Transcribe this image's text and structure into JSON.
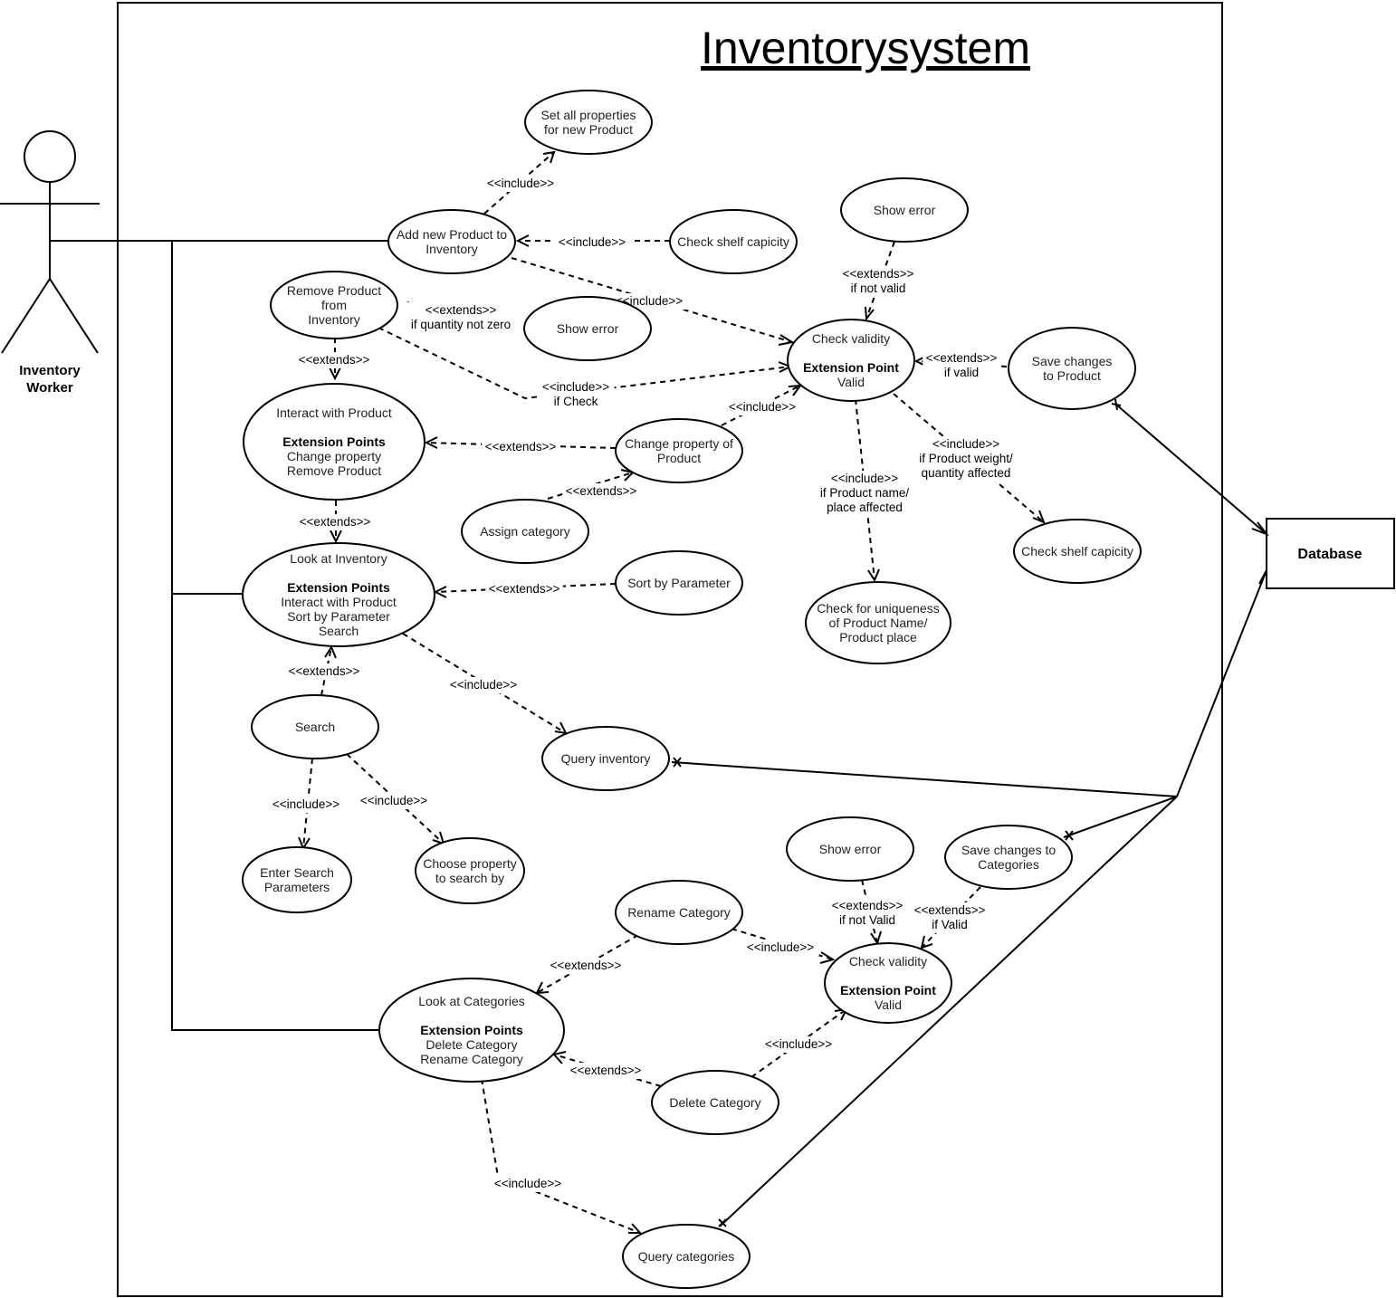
{
  "title": "Inventorysystem",
  "actor": {
    "name_line1": "Inventory",
    "name_line2": "Worker"
  },
  "database": {
    "label": "Database"
  },
  "use_cases": {
    "set_props": [
      "Set all properties",
      "for new Product"
    ],
    "add_product": [
      "Add new Product to",
      "Inventory"
    ],
    "check_shelf_1": [
      "Check shelf capicity"
    ],
    "show_error_1": [
      "Show error"
    ],
    "remove_product": [
      "Remove Product",
      "from",
      "Inventory"
    ],
    "show_error_2": [
      "Show error"
    ],
    "check_validity_1": {
      "line1": "Check validity",
      "bold": "Extension Point",
      "line3": "Valid"
    },
    "save_product": [
      "Save changes",
      "to Product"
    ],
    "interact": {
      "line1": "Interact with Product",
      "bold": "Extension Points",
      "line3": "Change property",
      "line4": "Remove Product"
    },
    "change_prop": [
      "Change property of",
      "Product"
    ],
    "assign_cat": [
      "Assign category"
    ],
    "check_shelf_2": [
      "Check shelf capicity"
    ],
    "look_inventory": {
      "line1": "Look at Inventory",
      "bold": "Extension Points",
      "line3": "Interact with Product",
      "line4": "Sort by Parameter",
      "line5": "Search"
    },
    "sort_param": [
      "Sort by Parameter"
    ],
    "check_unique": [
      "Check for uniqueness",
      "of Product Name/",
      "Product place"
    ],
    "search": [
      "Search"
    ],
    "query_inventory": [
      "Query inventory"
    ],
    "enter_search": [
      "Enter Search",
      "Parameters"
    ],
    "choose_prop": [
      "Choose property",
      "to search by"
    ],
    "show_error_3": [
      "Show error"
    ],
    "save_categories": [
      "Save changes to",
      "Categories"
    ],
    "rename_cat": [
      "Rename Category"
    ],
    "check_validity_2": {
      "line1": "Check validity",
      "bold": "Extension Point",
      "line3": "Valid"
    },
    "look_categories": {
      "line1": "Look at Categories",
      "bold": "Extension Points",
      "line3": "Delete Category",
      "line4": "Rename Category"
    },
    "delete_cat": [
      "Delete Category"
    ],
    "query_categories": [
      "Query categories"
    ]
  },
  "relation_labels": {
    "inc_setprops": [
      "<<include>>"
    ],
    "inc_shelf1": [
      "<<include>>"
    ],
    "inc_add_valid": [
      "<<include>>"
    ],
    "ext_err1": [
      "<<extends>>",
      "if not valid"
    ],
    "ext_err2": [
      "<<extends>>",
      "if quantity not zero"
    ],
    "ext_remove_interact": [
      "<<extends>>"
    ],
    "inc_remove_valid": [
      "<<include>>",
      "if Check"
    ],
    "ext_save_valid": [
      "<<extends>>",
      "if valid"
    ],
    "inc_change_valid": [
      "<<include>>"
    ],
    "ext_change_interact": [
      "<<extends>>"
    ],
    "ext_assign_change": [
      "<<extends>>"
    ],
    "inc_unique": [
      "<<include>>",
      "if Product name/",
      "place affected"
    ],
    "inc_shelf2": [
      "<<include>>",
      "if Product weight/",
      "quantity affected"
    ],
    "ext_interact_look": [
      "<<extends>>"
    ],
    "ext_sort_look": [
      "<<extends>>"
    ],
    "ext_search_look": [
      "<<extends>>"
    ],
    "inc_look_query": [
      "<<include>>"
    ],
    "inc_search_enter": [
      "<<include>>"
    ],
    "inc_search_choose": [
      "<<include>>"
    ],
    "ext_err3": [
      "<<extends>>",
      "if not Valid"
    ],
    "ext_savecat": [
      "<<extends>>",
      "if Valid"
    ],
    "inc_rename_valid": [
      "<<include>>"
    ],
    "ext_rename_look": [
      "<<extends>>"
    ],
    "inc_delete_valid": [
      "<<include>>"
    ],
    "ext_delete_look": [
      "<<extends>>"
    ],
    "inc_lookcat_query": [
      "<<include>>"
    ]
  }
}
